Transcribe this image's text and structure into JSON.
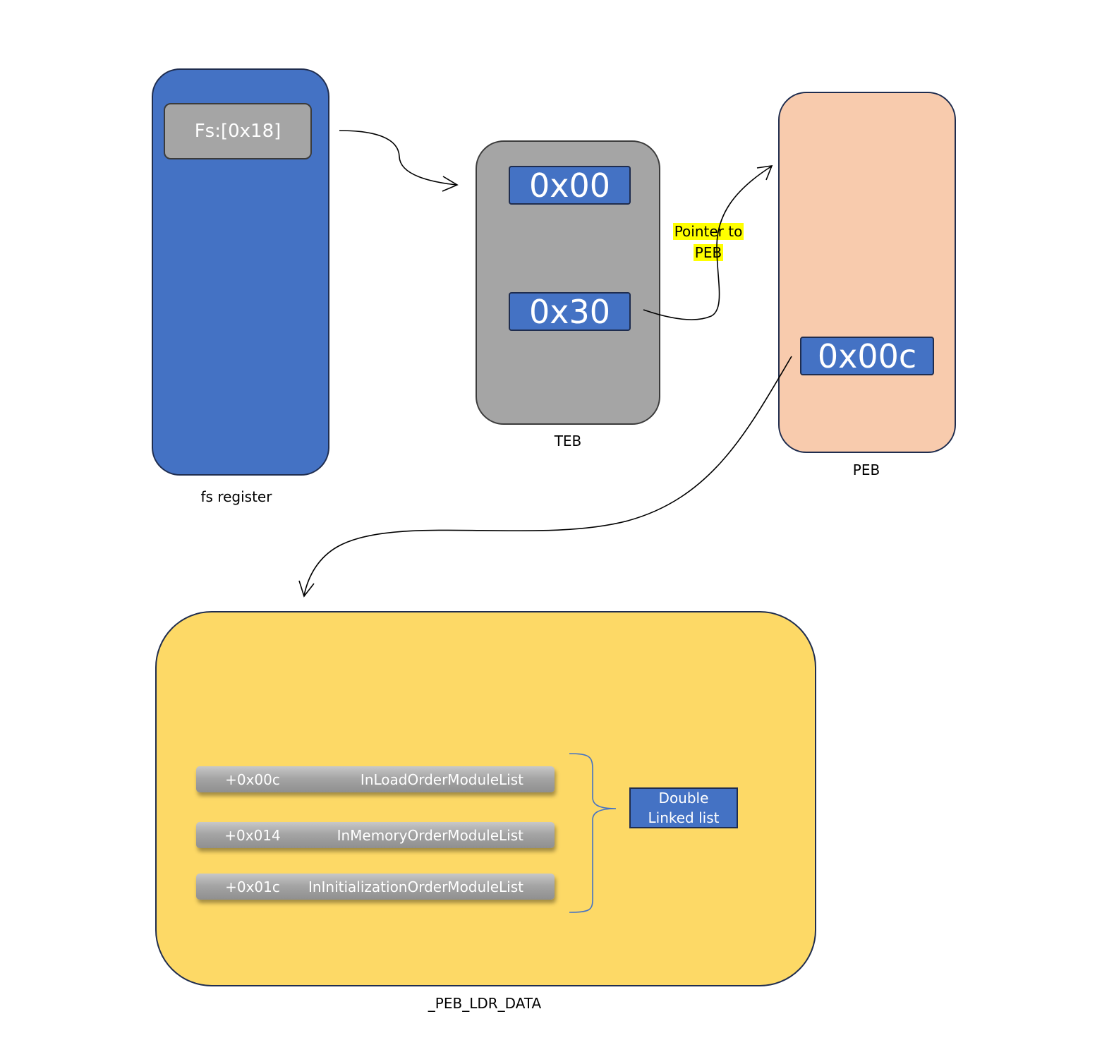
{
  "fs_register": {
    "cell": "Fs:[0x18]",
    "label": "fs register"
  },
  "teb": {
    "offsets": [
      "0x00",
      "0x30"
    ],
    "label": "TEB"
  },
  "pointer_note": {
    "line1": "Pointer to",
    "line2": "PEB"
  },
  "peb": {
    "offset": "0x00c",
    "label": "PEB"
  },
  "peb_ldr_data": {
    "label": "_PEB_LDR_DATA",
    "entries": [
      {
        "offset": "+0x00c",
        "name": "InLoadOrderModuleList"
      },
      {
        "offset": "+0x014",
        "name": "InMemoryOrderModuleList"
      },
      {
        "offset": "+0x01c",
        "name": "InInitializationOrderModuleList"
      }
    ],
    "note": {
      "line1": "Double",
      "line2": "Linked list"
    }
  },
  "colors": {
    "fs_register": "#4472c4",
    "teb": "#a5a5a5",
    "peb": "#f8cbad",
    "peb_ldr_data": "#fdd966",
    "highlight": "#ffff00"
  }
}
